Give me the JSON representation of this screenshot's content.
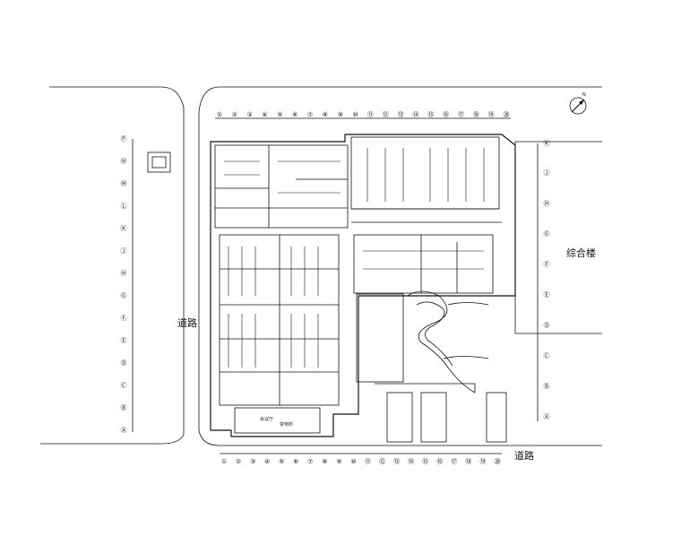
{
  "labels": {
    "road_left": "道路",
    "road_bottom": "道路",
    "building_right": "综合楼",
    "hall_bottom": "会议厅",
    "room_small": "变电所"
  },
  "north_arrow": {
    "letter": "N",
    "icon": "north-arrow-icon"
  },
  "axes_top": [
    "①",
    "②",
    "③",
    "④",
    "⑤",
    "⑥",
    "⑦",
    "⑧",
    "⑨",
    "⑩",
    "⑪",
    "⑫",
    "⑬",
    "⑭",
    "⑮",
    "⑯",
    "⑰",
    "⑱",
    "⑲",
    "⑳"
  ],
  "axes_left": [
    "Ⓐ",
    "Ⓑ",
    "Ⓒ",
    "Ⓓ",
    "Ⓔ",
    "Ⓕ",
    "Ⓖ",
    "Ⓗ",
    "Ⓙ",
    "Ⓚ",
    "Ⓛ",
    "Ⓜ",
    "Ⓝ",
    "Ⓟ"
  ],
  "axes_right": [
    "Ⓐ",
    "Ⓑ",
    "Ⓒ",
    "Ⓓ",
    "Ⓔ",
    "Ⓕ",
    "Ⓖ",
    "Ⓗ",
    "Ⓙ",
    "Ⓚ"
  ],
  "colors": {
    "line": "#111111",
    "background": "#ffffff"
  }
}
